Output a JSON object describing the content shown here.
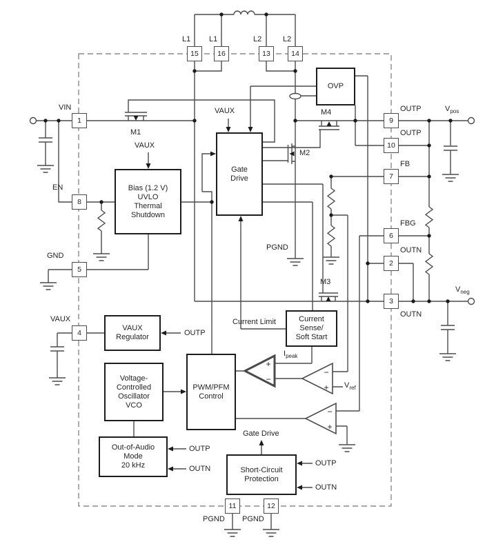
{
  "pins": {
    "p1": {
      "num": "1",
      "label": "VIN"
    },
    "p8": {
      "num": "8",
      "label": "EN"
    },
    "p5": {
      "num": "5",
      "label": "GND"
    },
    "p4": {
      "num": "4",
      "label": "VAUX"
    },
    "p15": {
      "num": "15",
      "label": "L1"
    },
    "p16": {
      "num": "16",
      "label": "L1"
    },
    "p13": {
      "num": "13",
      "label": "L2"
    },
    "p14": {
      "num": "14",
      "label": "L2"
    },
    "p9": {
      "num": "9",
      "label": "OUTP"
    },
    "p10": {
      "num": "10",
      "label": "OUTP"
    },
    "p7": {
      "num": "7",
      "label": "FB"
    },
    "p6": {
      "num": "6",
      "label": "FBG"
    },
    "p2": {
      "num": "2",
      "label": "OUTN"
    },
    "p3": {
      "num": "3",
      "label": "OUTN"
    },
    "p11": {
      "num": "11",
      "label": "PGND"
    },
    "p12": {
      "num": "12",
      "label": "PGND"
    }
  },
  "blocks": {
    "ovp": {
      "l1": "OVP"
    },
    "gate_drive": {
      "l1": "Gate",
      "l2": "Drive"
    },
    "bias": {
      "l1": "Bias (1.2 V)",
      "l2": "UVLO",
      "l3": "Thermal",
      "l4": "Shutdown"
    },
    "vaux_reg": {
      "l1": "VAUX",
      "l2": "Regulator"
    },
    "vco": {
      "l1": "Voltage-",
      "l2": "Controlled",
      "l3": "Oscillator",
      "l4": "VCO"
    },
    "pwm": {
      "l1": "PWM/PFM",
      "l2": "Control"
    },
    "ooa": {
      "l1": "Out-of-Audio",
      "l2": "Mode",
      "l3": "20 kHz"
    },
    "scp": {
      "l1": "Short-Circuit",
      "l2": "Protection"
    },
    "cs": {
      "l1": "Current",
      "l2": "Sense/",
      "l3": "Soft Start"
    }
  },
  "transistors": {
    "m1": "M1",
    "m2": "M2",
    "m3": "M3",
    "m4": "M4"
  },
  "net_labels": {
    "vaux_bias": "VAUX",
    "vaux_gate_drive": "VAUX",
    "pgnd_switch": "PGND",
    "current_limit": "Current Limit",
    "gate_drive_out": "Gate Drive",
    "vaux_reg_in": "OUTP",
    "ooa_in_p": "OUTP",
    "ooa_in_n": "OUTN",
    "scp_in_p": "OUTP",
    "scp_in_n": "OUTN"
  },
  "quantities": {
    "ipeak": {
      "main": "I",
      "sub": "peak"
    },
    "vref": {
      "main": "V",
      "sub": "ref"
    },
    "vpos": {
      "main": "V",
      "sub": "pos"
    },
    "vneg": {
      "main": "V",
      "sub": "neg"
    }
  },
  "comparator_signs": {
    "plus": "+",
    "minus": "−"
  },
  "colors": {
    "wire": "#4a4a4a",
    "block_border": "#1c1c1c",
    "text": "#232323",
    "dash": "#8a8a8a"
  }
}
